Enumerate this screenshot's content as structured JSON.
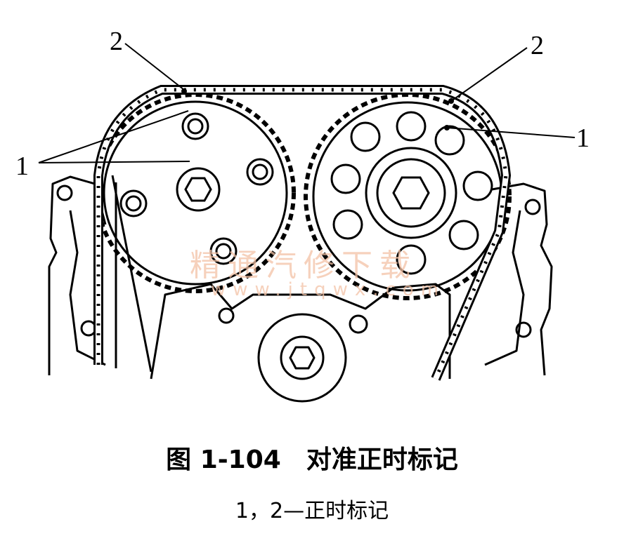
{
  "callouts": {
    "left_top": "2",
    "right_top": "2",
    "left_mid": "1",
    "right_mid": "1"
  },
  "watermark": {
    "main": "精通汽修下载",
    "url": "www.jtqwx.com"
  },
  "caption": {
    "title": "图 1-104　对准正时标记",
    "subtitle": "1，2—正时标记"
  }
}
